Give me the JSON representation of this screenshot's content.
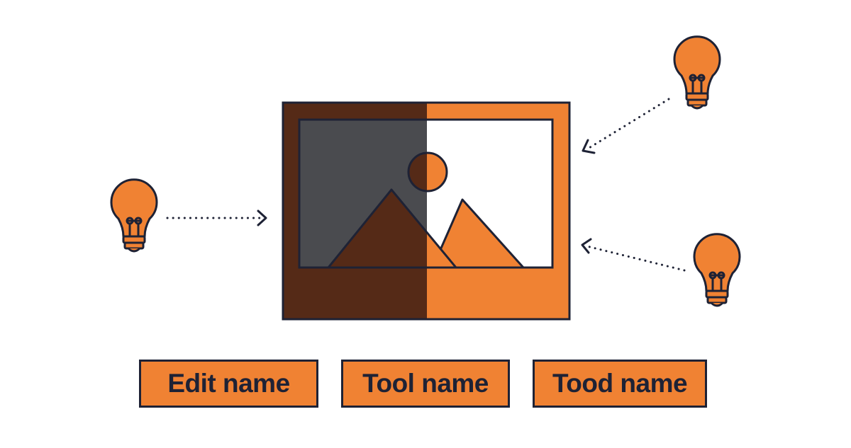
{
  "colors": {
    "accent": "#f08233",
    "dark_brown": "#552a17",
    "outline": "#1e2235",
    "gray_panel": "#4a4b4f",
    "background": "#ffffff"
  },
  "icons": {
    "center": "image-placeholder-icon",
    "inputs": [
      "lightbulb-icon",
      "lightbulb-icon",
      "lightbulb-icon"
    ],
    "connectors": [
      "dotted-arrow-icon",
      "dotted-arrow-icon",
      "dotted-arrow-icon"
    ]
  },
  "labels": [
    {
      "text": "Edit name"
    },
    {
      "text": "Tool name"
    },
    {
      "text": "Tood name"
    }
  ]
}
